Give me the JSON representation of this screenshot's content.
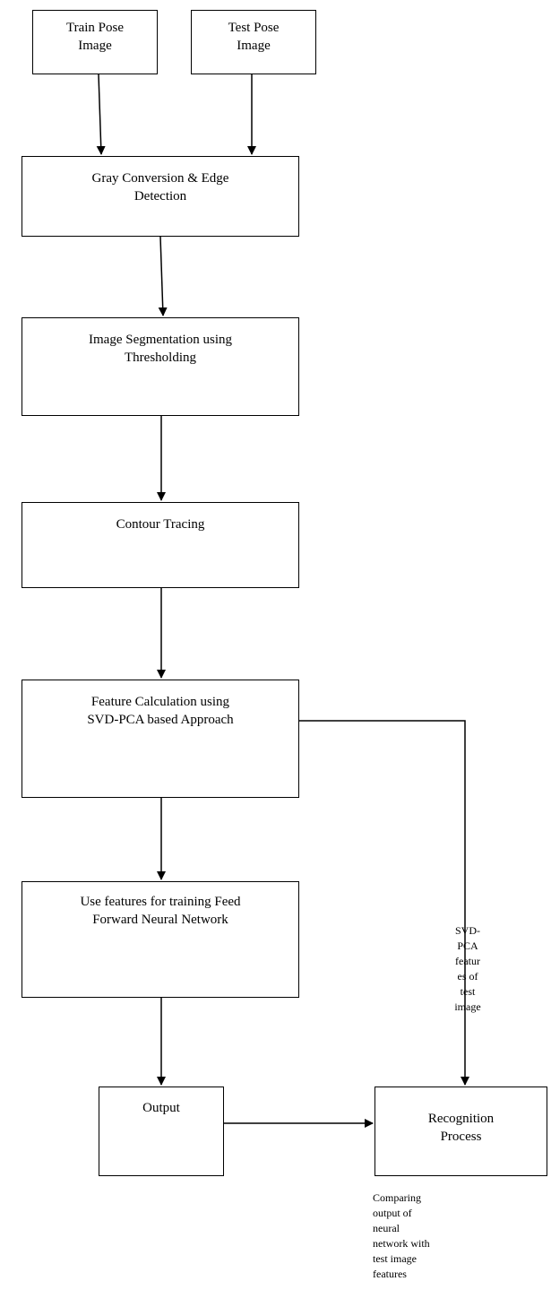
{
  "boxes": {
    "train_pose": [
      "Train Pose",
      "Image"
    ],
    "test_pose": [
      "Test Pose",
      "Image"
    ],
    "gray": [
      "Gray Conversion & Edge",
      "Detection"
    ],
    "segmentation": [
      "Image Segmentation using",
      "Thresholding"
    ],
    "contour": [
      "Contour Tracing"
    ],
    "feature": [
      "Feature Calculation using",
      "SVD-PCA based Approach"
    ],
    "ffnn": [
      "Use features for training Feed",
      "Forward Neural Network"
    ],
    "output": [
      "Output"
    ],
    "recognition": [
      "Recognition",
      "Process"
    ]
  },
  "notes": {
    "svd_features": [
      "SVD-",
      "PCA",
      "featur",
      "es of",
      "test",
      "image"
    ],
    "comparing": [
      "Comparing",
      "output of",
      "neural",
      "network with",
      "test image",
      "features"
    ]
  }
}
